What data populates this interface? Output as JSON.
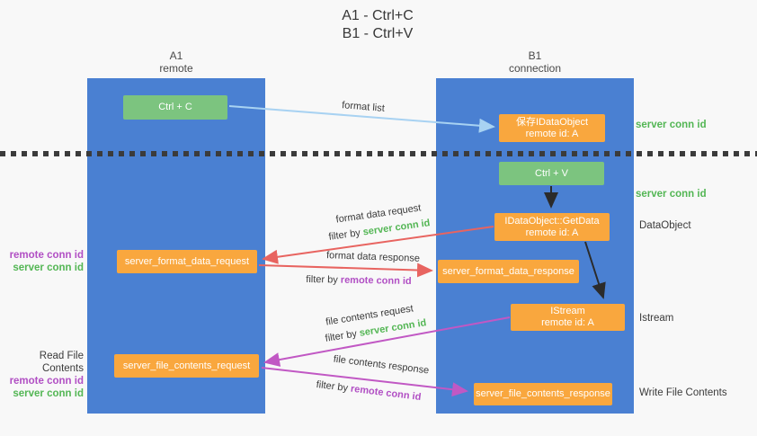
{
  "title": {
    "line1": "A1 - Ctrl+C",
    "line2": "B1 - Ctrl+V"
  },
  "columns": {
    "a1": {
      "name": "A1",
      "subtitle": "remote"
    },
    "b1": {
      "name": "B1",
      "subtitle": "connection"
    }
  },
  "nodes": {
    "ctrl_c": {
      "label": "Ctrl + C"
    },
    "save_idataobject": {
      "line1": "保存IDataObject",
      "line2": "remote id: A"
    },
    "ctrl_v": {
      "label": "Ctrl + V"
    },
    "getdata": {
      "line1": "IDataObject::GetData",
      "line2": "remote id: A"
    },
    "server_format_data_request": {
      "label": "server_format_data_request"
    },
    "server_format_data_response": {
      "label": "server_format_data_response"
    },
    "istream": {
      "line1": "IStream",
      "line2": "remote id: A"
    },
    "server_file_contents_request": {
      "label": "server_file_contents_request"
    },
    "server_file_contents_response": {
      "label": "server_file_contents_response"
    }
  },
  "side_labels": {
    "server_conn_id_top": "server conn id",
    "server_conn_id_mid": "server conn id",
    "dataobject": "DataObject",
    "istream": "Istream",
    "write_file_contents": "Write File Contents",
    "read_file_contents": "Read File Contents",
    "left_stack_1": {
      "remote": "remote conn id",
      "server": "server conn id"
    },
    "left_stack_2": {
      "remote": "remote conn id",
      "server": "server conn id"
    }
  },
  "arrows": {
    "format_list": {
      "label": "format list"
    },
    "format_data_request": {
      "label": "format data request",
      "filter_prefix": "filter by ",
      "filter_value": "server conn id"
    },
    "format_data_response": {
      "label": "format data response",
      "filter_prefix": "filter by ",
      "filter_value": "remote conn id"
    },
    "file_contents_request": {
      "label": "file contents request",
      "filter_prefix": "filter by ",
      "filter_value": "server conn id"
    },
    "file_contents_response": {
      "label": "file contents response",
      "filter_prefix": "filter by ",
      "filter_value": "remote conn id"
    }
  },
  "colors": {
    "column_blue": "#4a80d2",
    "box_green": "#7cc47f",
    "box_orange": "#f9a73e",
    "text_green": "#53b654",
    "text_purple": "#b14fc4",
    "arrow_red": "#e86460",
    "arrow_magenta": "#c158c4",
    "arrow_light_blue": "#a8d2f2",
    "arrow_black": "#2b2b2b"
  }
}
